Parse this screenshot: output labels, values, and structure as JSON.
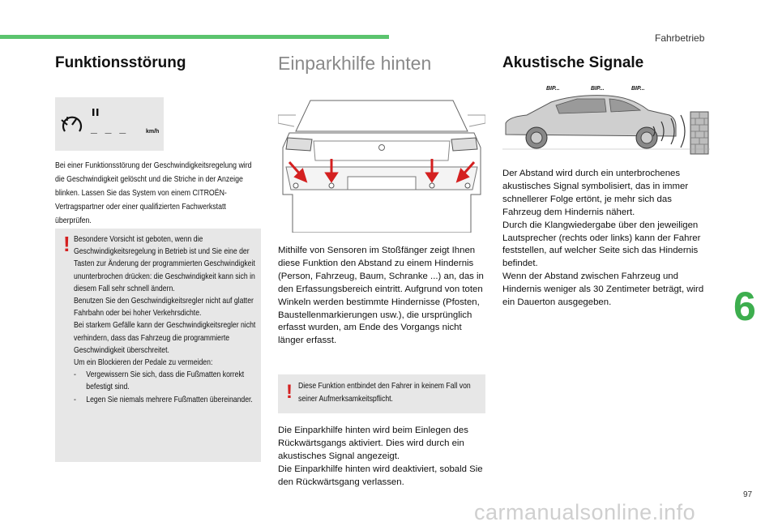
{
  "header": {
    "chapter_label": "Fahrbetrieb",
    "chapter_number": "6",
    "accent_color": "#5bc46e"
  },
  "page_number": "97",
  "left": {
    "title": "Funktionsstörung",
    "display": {
      "speed_placeholder": "_ _ _",
      "unit": "km/h"
    },
    "paragraph": "Bei einer Funktionsstörung der Geschwindigkeitsregelung wird die Geschwindigkeit gelöscht und die Striche in der Anzeige blinken. Lassen Sie das System von einem CITROËN-Vertragspartner oder einer qualifizierten Fachwerkstatt überprüfen.",
    "warning": {
      "mark": "!",
      "lines": [
        "Besondere Vorsicht ist geboten, wenn die Geschwindigkeitsregelung in Betrieb ist und Sie eine der Tasten zur Änderung der programmierten Geschwindigkeit ununterbrochen drücken: die Geschwindigkeit kann sich in diesem Fall sehr schnell ändern.",
        "Benutzen Sie den Geschwindigkeitsregler nicht auf glatter Fahrbahn oder bei hoher Verkehrsdichte.",
        "Bei starkem Gefälle kann der Geschwindigkeitsregler nicht verhindern, dass das Fahrzeug die programmierte Geschwindigkeit überschreitet.",
        "Um ein Blockieren der Pedale zu vermeiden:"
      ],
      "bullets": [
        "Vergewissern Sie sich, dass die Fußmatten korrekt befestigt sind.",
        "Legen Sie niemals mehrere Fußmatten übereinander."
      ],
      "bullet_mark": "-"
    }
  },
  "middle": {
    "title": "Einparkhilfe hinten",
    "paragraph1": "Mithilfe von Sensoren im Stoßfänger zeigt Ihnen diese Funktion den Abstand zu einem Hindernis (Person, Fahrzeug, Baum, Schranke ...) an, das in den Erfassungsbereich eintritt. Aufgrund von toten Winkeln werden bestimmte Hindernisse (Pfosten, Baustellenmarkierungen usw.), die ursprünglich erfasst wurden, am Ende des Vorgangs nicht länger erfasst.",
    "warning": {
      "mark": "!",
      "text": "Diese Funktion entbindet den Fahrer in keinem Fall von seiner Aufmerksamkeitspflicht."
    },
    "paragraph2_lines": [
      "Die Einparkhilfe hinten wird beim Einlegen des Rückwärtsgangs aktiviert. Dies wird durch ein akustisches Signal angezeigt.",
      "Die Einparkhilfe hinten wird deaktiviert, sobald Sie den Rückwärtsgang verlassen."
    ]
  },
  "right": {
    "title": "Akustische Signale",
    "beeps": [
      "BIP...",
      "BIP...",
      "BIP..."
    ],
    "paragraph_lines": [
      "Der Abstand wird durch ein unterbrochenes akustisches Signal symbolisiert, das in immer schnellerer Folge ertönt, je mehr sich das Fahrzeug dem Hindernis nähert.",
      "Durch die Klangwiedergabe über den jeweiligen Lautsprecher (rechts oder links) kann der Fahrer feststellen, auf welcher Seite sich das Hindernis befindet.",
      "Wenn der Abstand zwischen Fahrzeug und Hindernis weniger als 30 Zentimeter beträgt, wird ein Dauerton ausgegeben."
    ]
  },
  "footer": {
    "watermark": "carmanualsonline.info"
  }
}
